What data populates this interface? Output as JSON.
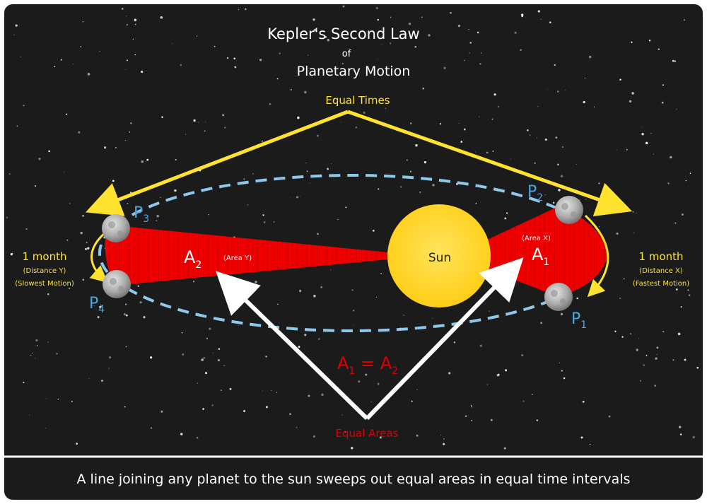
{
  "title": {
    "line1": "Kepler's Second Law",
    "line2": "of",
    "line3": "Planetary Motion"
  },
  "labels": {
    "equal_times": "Equal Times",
    "equal_areas": "Equal Areas",
    "sun": "Sun",
    "area_x": "(Area X)",
    "area_y": "(Area Y)",
    "a1_letter": "A",
    "a1_sub": "1",
    "a2_letter": "A",
    "a2_sub": "2",
    "eq_a": "A",
    "eq_sub1": "1",
    "eq_equals": " = ",
    "eq_sub2": "2"
  },
  "planets": {
    "p1": {
      "letter": "P",
      "sub": "1"
    },
    "p2": {
      "letter": "P",
      "sub": "2"
    },
    "p3": {
      "letter": "P",
      "sub": "3"
    },
    "p4": {
      "letter": "P",
      "sub": "4"
    }
  },
  "left_note": {
    "time": "1 month",
    "distance": "(Distance Y)",
    "motion": "(Slowest Motion)"
  },
  "right_note": {
    "time": "1 month",
    "distance": "(Distance X)",
    "motion": "(Fastest Motion)"
  },
  "footer": "A line joining any planet to the sun sweeps out equal areas in equal time intervals",
  "colors": {
    "background": "#1b1b1b",
    "sun": "#ffd21f",
    "area": "#ee0000",
    "orbit": "#8ec9ec",
    "arrow_top": "#ffe32e",
    "arrow_bottom": "#ffffff",
    "planet_label": "#4aa8e0",
    "accent_red": "#e00000"
  }
}
